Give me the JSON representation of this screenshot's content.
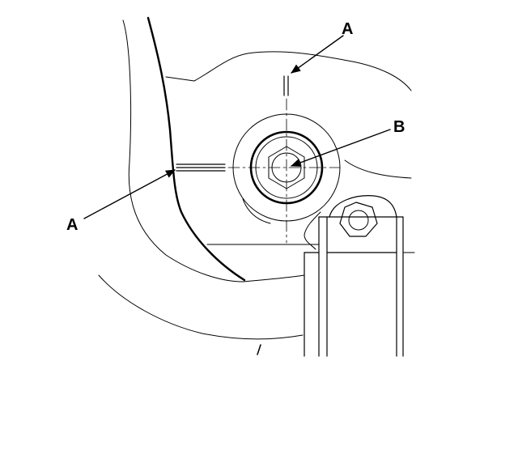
{
  "labels": {
    "top_a": "A",
    "left_a": "A",
    "b": "B"
  },
  "colors": {
    "ink": "#000000",
    "background": "#ffffff"
  }
}
